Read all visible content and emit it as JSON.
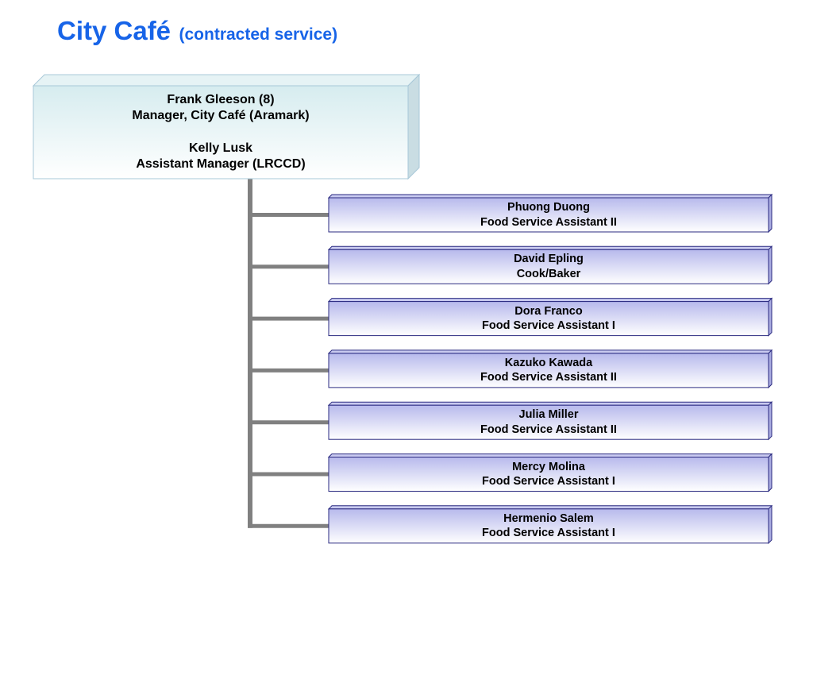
{
  "title": {
    "main": "City Café",
    "sub": "(contracted service)"
  },
  "colors": {
    "title": "#1764e8",
    "connector": "#808080",
    "top_box_border": "#a8c8d8",
    "child_box_border": "#2a2a80"
  },
  "top_box": {
    "person1_name": "Frank Gleeson (8)",
    "person1_role": "Manager, City Café (Aramark)",
    "person2_name": "Kelly Lusk",
    "person2_role": "Assistant Manager (LRCCD)"
  },
  "staff": [
    {
      "name": "Phuong Duong",
      "role": "Food Service Assistant II"
    },
    {
      "name": "David Epling",
      "role": "Cook/Baker"
    },
    {
      "name": "Dora Franco",
      "role": "Food Service Assistant I"
    },
    {
      "name": "Kazuko Kawada",
      "role": "Food Service Assistant II"
    },
    {
      "name": "Julia Miller",
      "role": "Food Service Assistant II"
    },
    {
      "name": "Mercy Molina",
      "role": "Food Service Assistant I"
    },
    {
      "name": "Hermenio Salem",
      "role": "Food Service Assistant I"
    }
  ]
}
